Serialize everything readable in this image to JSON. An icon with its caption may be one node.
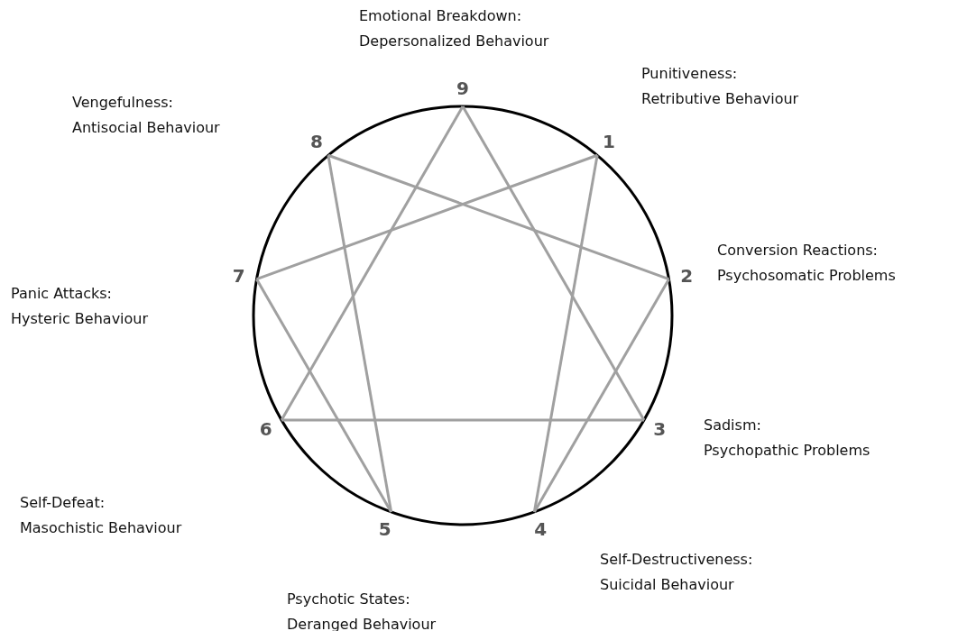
{
  "diagram": {
    "nodes": [
      {
        "text": [
          "9"
        ],
        "beside": [
          "Emotional Breakdown: Depersonalized Behaviour"
        ]
      },
      {
        "text": [
          "1"
        ],
        "beside": [
          "Punitiveness: Retributive Behaviour"
        ]
      },
      {
        "text": [
          "2"
        ],
        "beside": [
          "Conversion Reactions: Psychosomatic Problems"
        ]
      },
      {
        "text": [
          "3"
        ],
        "beside": [
          "Sadism: Psychopathic Problems"
        ]
      },
      {
        "text": [
          "4"
        ],
        "beside": [
          "Self-Destructiveness: Suicidal Behaviour"
        ]
      },
      {
        "text": [
          "5"
        ],
        "beside": [
          "Psychotic States: Deranged Behaviour"
        ]
      },
      {
        "text": [
          "6"
        ]
      },
      {
        "text": [
          "7"
        ]
      },
      {
        "text": [
          "8"
        ]
      }
    ],
    "edges": [
      {
        "from": 0,
        "to": 3,
        "arrow": "none"
      },
      {
        "from": 3,
        "to": 6,
        "arrow": "none"
      },
      {
        "from": 6,
        "to": 0,
        "arrow": "none"
      },
      {
        "from": 1,
        "to": 4,
        "arrow": "none"
      },
      {
        "from": 4,
        "to": 2,
        "arrow": "none"
      },
      {
        "from": 2,
        "to": 8,
        "arrow": "none"
      },
      {
        "from": 8,
        "to": 5,
        "arrow": "none"
      },
      {
        "from": 5,
        "to": 7,
        "arrow": "none"
      },
      {
        "from": 7,
        "to": 1,
        "arrow": "none"
      }
    ],
    "labels": [
      "Vengefulness: Antisocial Behaviour",
      "Panic Attacks: Hysteric Behaviour",
      "Self-Defeat: Masochistic Behaviour"
    ]
  }
}
